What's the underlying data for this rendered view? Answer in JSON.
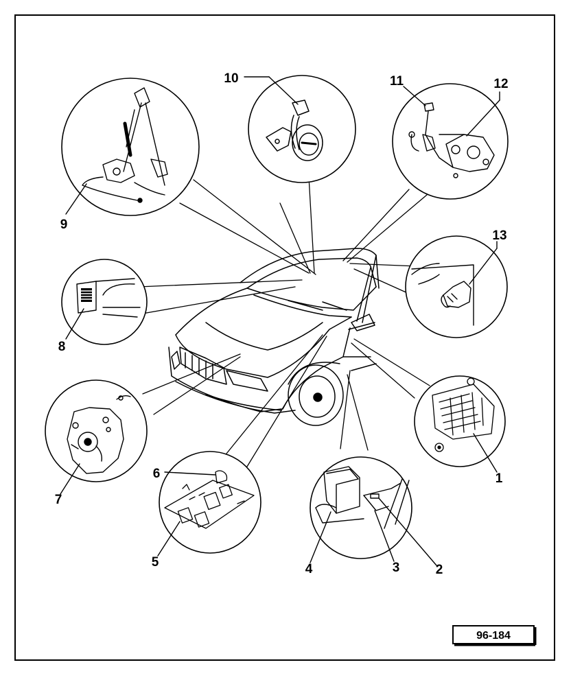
{
  "figure_id": "96-184",
  "callouts": [
    {
      "id": "1",
      "label": "1"
    },
    {
      "id": "2",
      "label": "2"
    },
    {
      "id": "3",
      "label": "3"
    },
    {
      "id": "4",
      "label": "4"
    },
    {
      "id": "5",
      "label": "5"
    },
    {
      "id": "6",
      "label": "6"
    },
    {
      "id": "7",
      "label": "7"
    },
    {
      "id": "8",
      "label": "8"
    },
    {
      "id": "9",
      "label": "9"
    },
    {
      "id": "10",
      "label": "10"
    },
    {
      "id": "11",
      "label": "11"
    },
    {
      "id": "12",
      "label": "12"
    },
    {
      "id": "13",
      "label": "13"
    }
  ],
  "components": [
    {
      "name": "relay-carrier-panel-icon"
    },
    {
      "name": "control-unit-box-icon"
    },
    {
      "name": "relay-plate-icon"
    },
    {
      "name": "alternator-icon"
    },
    {
      "name": "switch-icon"
    },
    {
      "name": "window-regulator-icon"
    },
    {
      "name": "ignition-lock-icon"
    },
    {
      "name": "lock-motor-icon"
    },
    {
      "name": "connector-icon"
    },
    {
      "name": "car-icon"
    }
  ]
}
